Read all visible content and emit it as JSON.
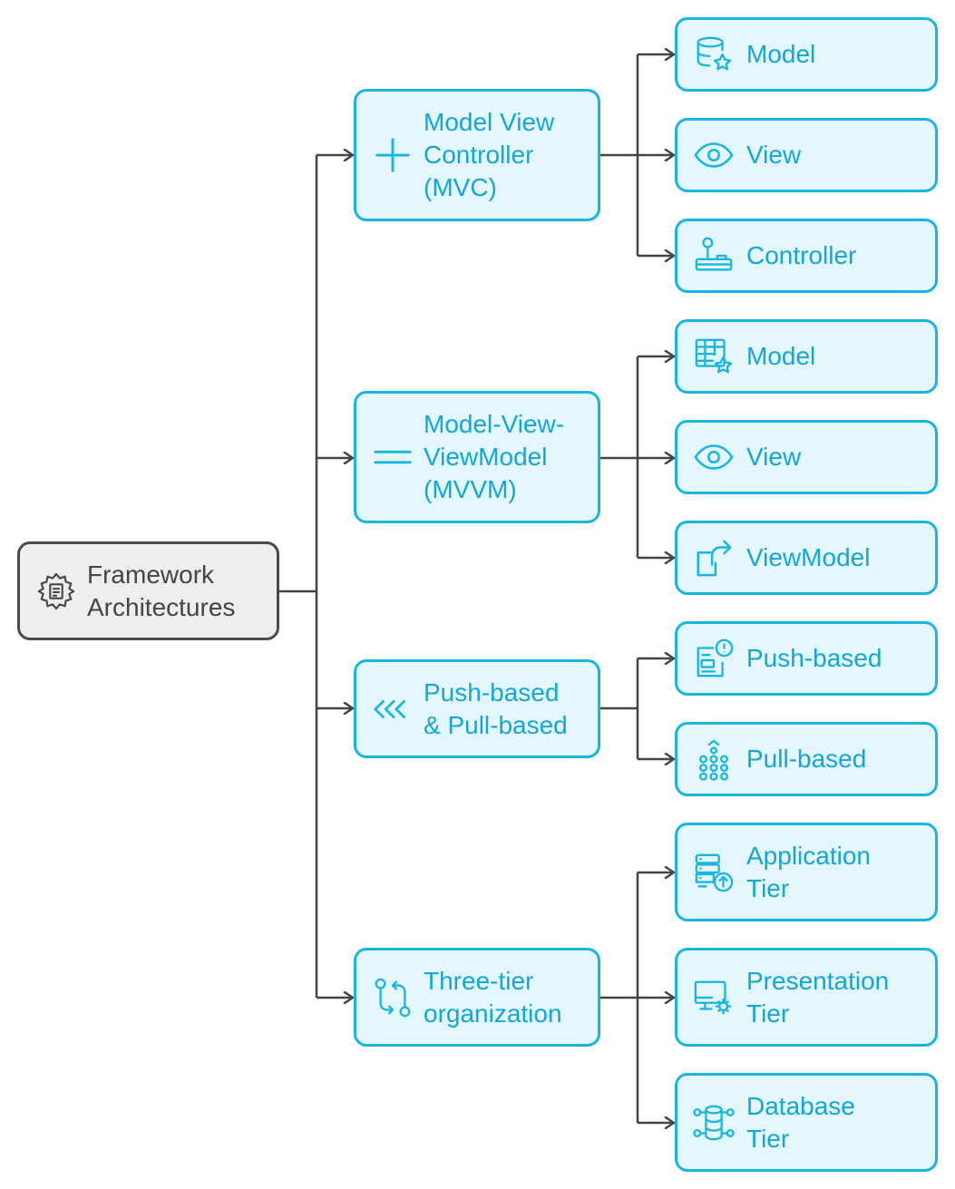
{
  "diagram": {
    "root": {
      "label": "Framework\nArchitectures",
      "icon": "gear-document-icon"
    },
    "branches": [
      {
        "label": "Model View\nController\n(MVC)",
        "icon": "plus-icon",
        "children": [
          {
            "label": "Model",
            "icon": "database-star-icon"
          },
          {
            "label": "View",
            "icon": "eye-icon"
          },
          {
            "label": "Controller",
            "icon": "joystick-icon"
          }
        ]
      },
      {
        "label": "Model-View-\nViewModel\n(MVVM)",
        "icon": "equals-icon",
        "children": [
          {
            "label": "Model",
            "icon": "table-star-icon"
          },
          {
            "label": "View",
            "icon": "eye-icon"
          },
          {
            "label": "ViewModel",
            "icon": "share-arrow-icon"
          }
        ]
      },
      {
        "label": "Push-based\n& Pull-based",
        "icon": "triple-chevron-left-icon",
        "children": [
          {
            "label": "Push-based",
            "icon": "alert-card-icon"
          },
          {
            "label": "Pull-based",
            "icon": "dots-grid-up-icon"
          }
        ]
      },
      {
        "label": "Three-tier\norganization",
        "icon": "git-compare-icon",
        "children": [
          {
            "label": "Application\nTier",
            "icon": "server-upload-icon"
          },
          {
            "label": "Presentation\nTier",
            "icon": "monitor-gear-icon"
          },
          {
            "label": "Database\nTier",
            "icon": "database-network-icon"
          }
        ]
      }
    ]
  },
  "colors": {
    "accent": "#19b5e0",
    "accent_text": "#12a7d6",
    "accent_fill": "#e3f7fd",
    "root_border": "#4a4a4a",
    "root_fill": "#eeeeee",
    "connector": "#444444"
  }
}
